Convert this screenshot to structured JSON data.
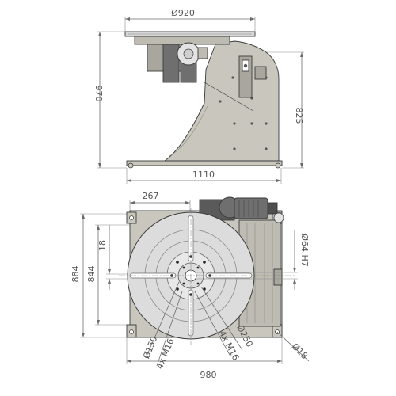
{
  "colors": {
    "body": "#c9c7bd",
    "body_dark": "#a9a79d",
    "table": "#dcdcdc",
    "table_ring": "#e8e8e8",
    "motor": "#6f6f6f",
    "motor_dark": "#4e4e4e",
    "dimension": "#6b6b6b",
    "outline": "#3a3a3a"
  },
  "side_view": {
    "dims": {
      "table_diameter": "Ø920",
      "total_height": "970",
      "axis_height": "825",
      "base_length": "1110"
    }
  },
  "top_view": {
    "dims": {
      "offset_267": "267",
      "width_884": "884",
      "width_844": "844",
      "slot_18": "18",
      "bore": "Ø64 H7",
      "hole_18": "Ø18",
      "base_980": "980",
      "pcd_150": "Ø150",
      "thread_4xm16_a": "4x M16",
      "pcd_250": "Ø250",
      "thread_4xm16_b": "4x M16"
    }
  }
}
